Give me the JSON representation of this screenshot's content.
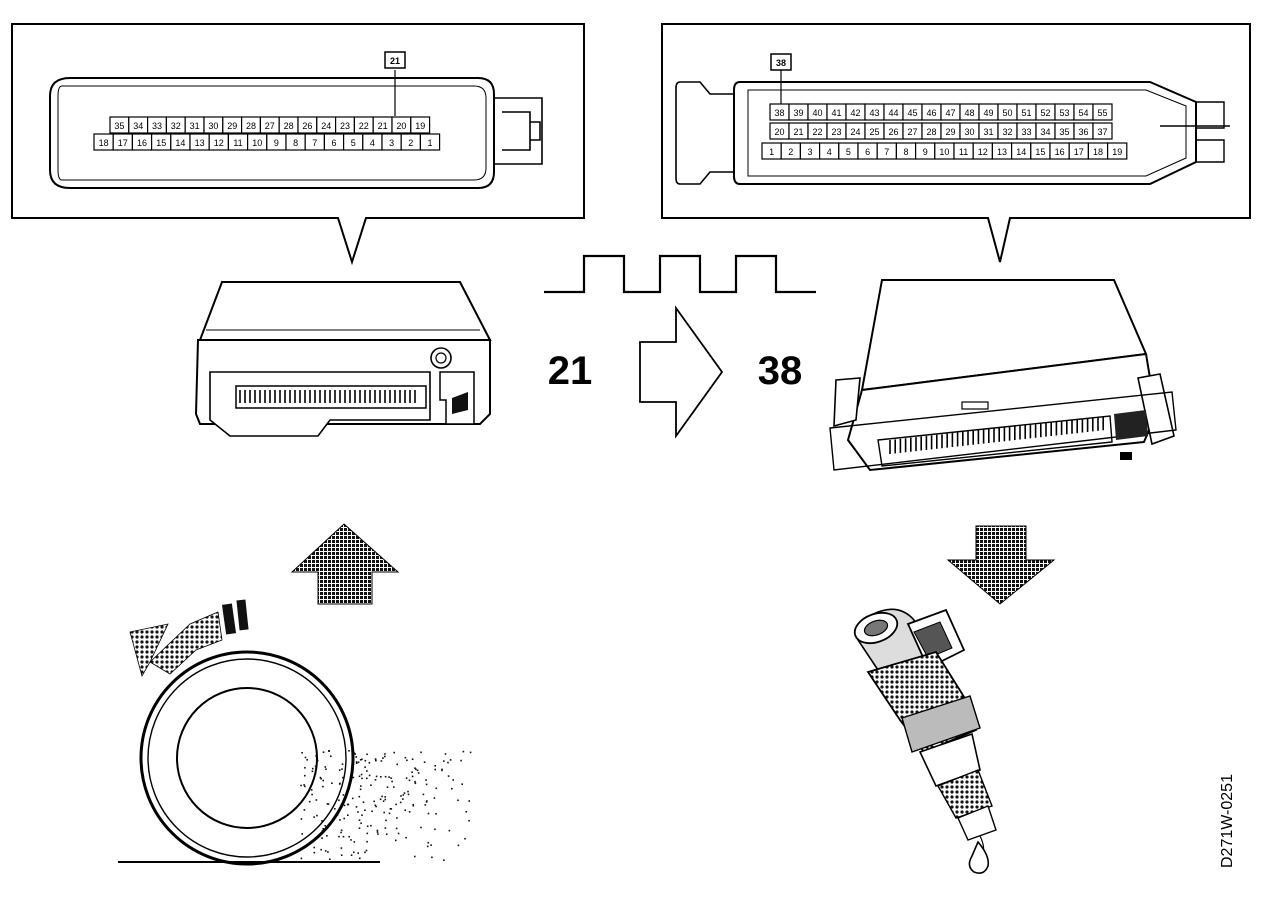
{
  "left_connector": {
    "callout_pin": "21",
    "row_top": [
      "35",
      "34",
      "33",
      "32",
      "31",
      "30",
      "29",
      "28",
      "27",
      "28",
      "26",
      "24",
      "23",
      "22",
      "21",
      "20",
      "19"
    ],
    "row_bottom": [
      "18",
      "17",
      "16",
      "15",
      "14",
      "13",
      "12",
      "11",
      "10",
      "9",
      "8",
      "7",
      "6",
      "5",
      "4",
      "3",
      "2",
      "1"
    ]
  },
  "right_connector": {
    "callout_pin": "38",
    "row_top": [
      "38",
      "39",
      "40",
      "41",
      "42",
      "43",
      "44",
      "45",
      "46",
      "47",
      "48",
      "49",
      "50",
      "51",
      "52",
      "53",
      "54",
      "55"
    ],
    "row_mid": [
      "20",
      "21",
      "22",
      "23",
      "24",
      "25",
      "26",
      "27",
      "28",
      "29",
      "30",
      "31",
      "32",
      "33",
      "34",
      "35",
      "36",
      "37"
    ],
    "row_bottom": [
      "1",
      "2",
      "3",
      "4",
      "5",
      "6",
      "7",
      "8",
      "9",
      "10",
      "11",
      "12",
      "13",
      "14",
      "15",
      "16",
      "17",
      "18",
      "19"
    ]
  },
  "signal_label_in": "21",
  "signal_label_out": "38",
  "figure_code": "D271W-0251",
  "icons": [
    "square-wave-signal-icon",
    "arrow-right-icon",
    "arrow-up-icon",
    "arrow-down-icon",
    "wheel-icon",
    "rotation-arrow-icon",
    "fuel-injector-icon",
    "control-unit-icon"
  ]
}
